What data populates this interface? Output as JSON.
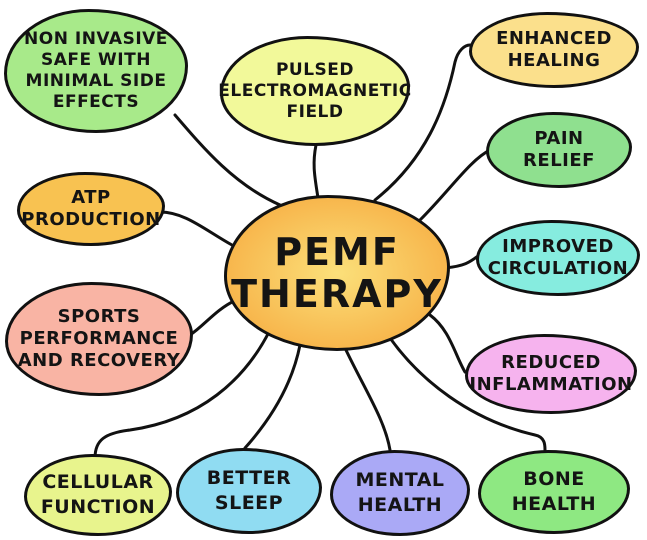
{
  "center": {
    "label": "PEMF\nTHERAPY",
    "color": "#f7b44a"
  },
  "nodes": [
    {
      "label": "NON INVASIVE\nSAFE WITH\nMINIMAL SIDE\nEFFECTS",
      "color": "#a8ea8a"
    },
    {
      "label": "PULSED\nELECTROMAGNETIC\nFIELD",
      "color": "#f2f99a"
    },
    {
      "label": "ENHANCED\nHEALING",
      "color": "#fbe08c"
    },
    {
      "label": "PAIN\nRELIEF",
      "color": "#8fe08f"
    },
    {
      "label": "ATP\nPRODUCTION",
      "color": "#f8c251"
    },
    {
      "label": "IMPROVED\nCIRCULATION",
      "color": "#86ecdf"
    },
    {
      "label": "SPORTS\nPERFORMANCE\nAND RECOVERY",
      "color": "#f9b4a4"
    },
    {
      "label": "REDUCED\nINFLAMMATION",
      "color": "#f6b3ee"
    },
    {
      "label": "CELLULAR\nFUNCTION",
      "color": "#e8f48d"
    },
    {
      "label": "BETTER\nSLEEP",
      "color": "#90dcf2"
    },
    {
      "label": "MENTAL\nHEALTH",
      "color": "#aaa9f6"
    },
    {
      "label": "BONE\nHEALTH",
      "color": "#8ee882"
    }
  ]
}
